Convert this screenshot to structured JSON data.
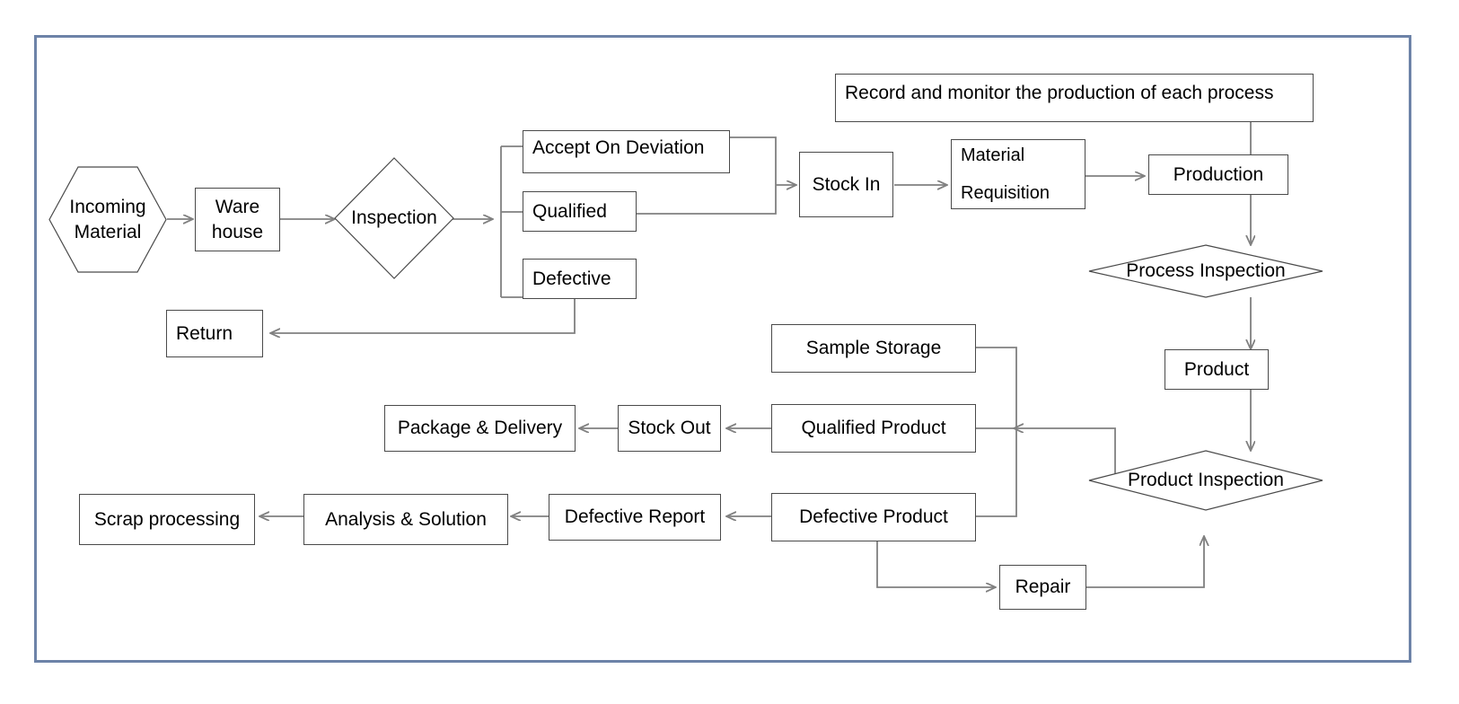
{
  "diagram": {
    "title": "Production and Quality Control Flowchart",
    "frame_color": "#6d83a8",
    "line_color": "#808080",
    "box_border_color": "#4a4a4a",
    "text_color": "#000000",
    "nodes": {
      "incoming_material": "Incoming\nMaterial",
      "warehouse": "Ware\nhouse",
      "inspection": "Inspection",
      "accept_on_deviation": "Accept On Deviation",
      "qualified": "Qualified",
      "defective": "Defective",
      "return": "Return",
      "stock_in": "Stock In",
      "material_requisition": "Material\n\nRequisition",
      "record_monitor": "Record and monitor the production of each process",
      "production": "Production",
      "process_inspection": "Process Inspection",
      "product": "Product",
      "product_inspection": "Product Inspection",
      "sample_storage": "Sample Storage",
      "qualified_product": "Qualified Product",
      "defective_product": "Defective Product",
      "stock_out": "Stock Out",
      "package_delivery": "Package & Delivery",
      "defective_report": "Defective Report",
      "analysis_solution": "Analysis & Solution",
      "scrap_processing": "Scrap processing",
      "repair": "Repair"
    }
  }
}
